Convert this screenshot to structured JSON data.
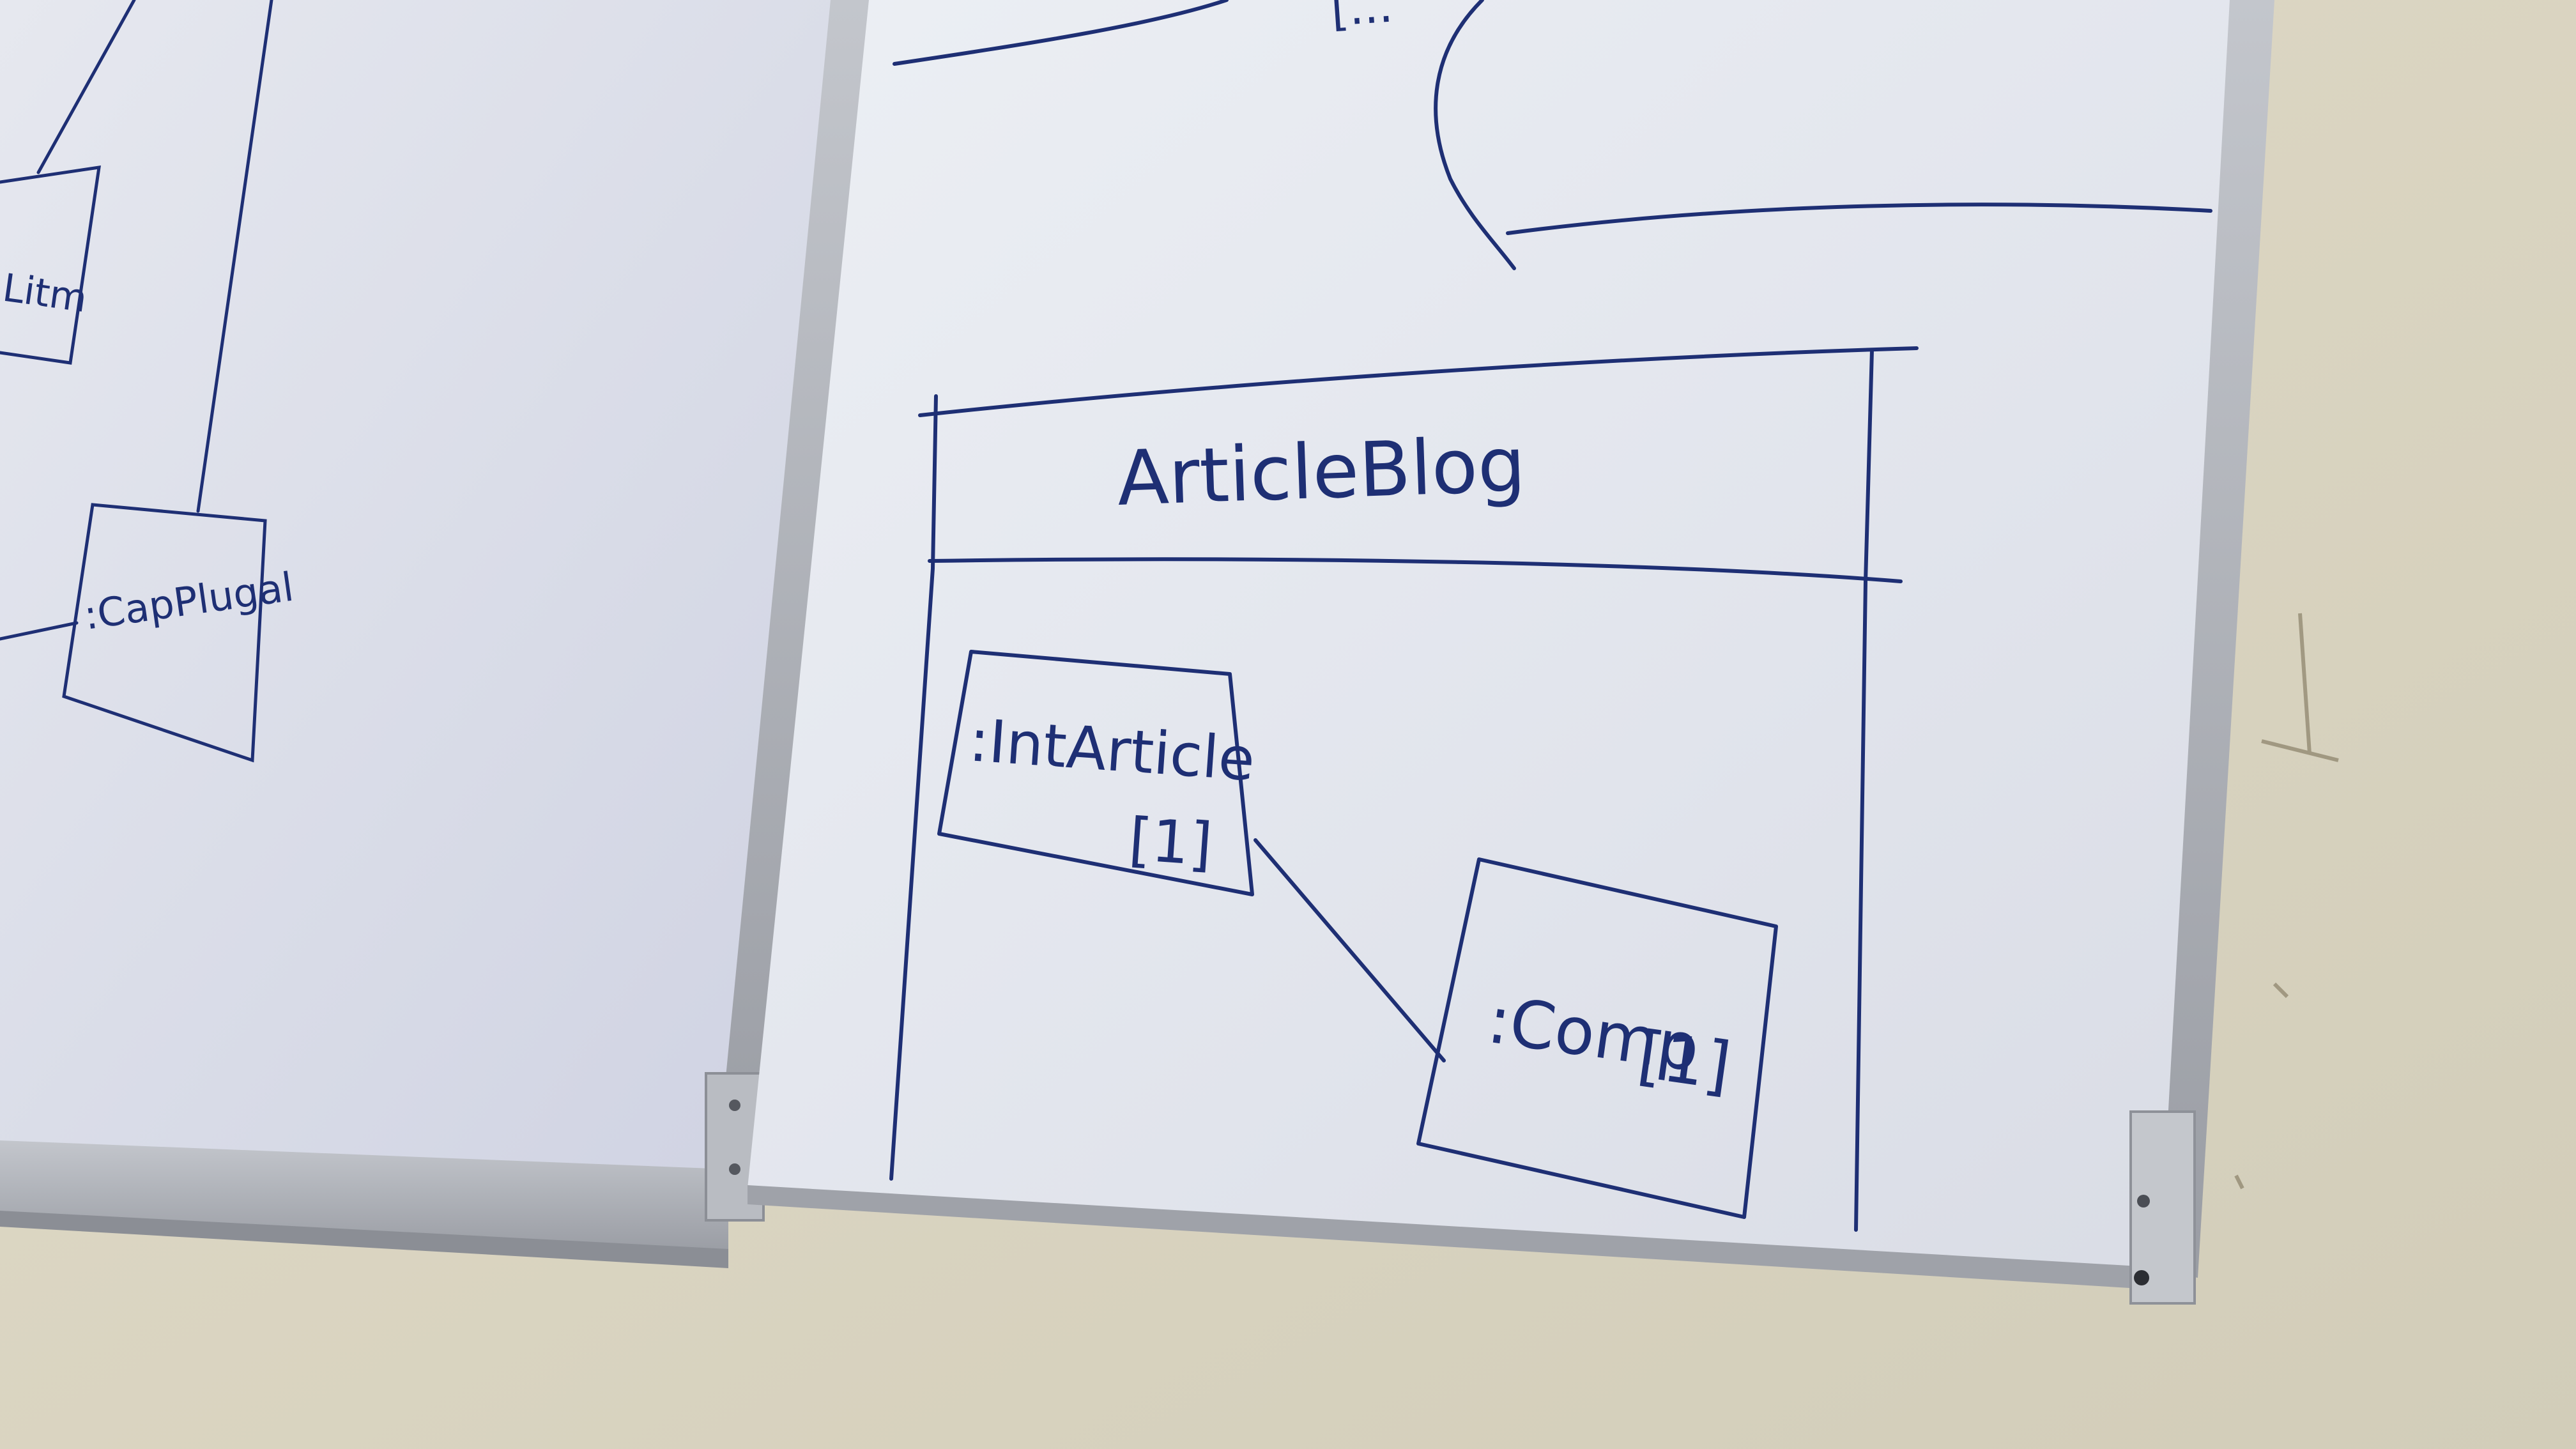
{
  "scene": {
    "description_type": "photo",
    "colors": {
      "wall": "#dcd6c2",
      "board_left": "#d9dbe6",
      "board_right": "#e3e6ed",
      "frame": "#aeb1b8",
      "ink": "#1e2f74"
    }
  },
  "whiteboard_left": {
    "box_partial_label": "Litm",
    "box_label": ":CapPlugal"
  },
  "whiteboard_right": {
    "top_partial_label": "[...",
    "component_title": "ArticleBlog",
    "part_one_label": ":IntArticle",
    "part_one_multiplicity": "[1]",
    "part_two_label": ":Comp",
    "part_two_multiplicity": "[1]"
  }
}
